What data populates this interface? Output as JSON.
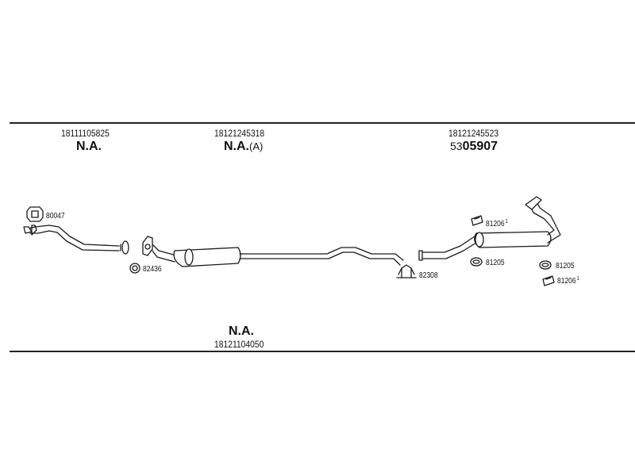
{
  "header_sections": [
    {
      "part_number": "18111105825",
      "code": "N.A.",
      "suffix": ""
    },
    {
      "part_number": "18121245318",
      "code": "N.A.",
      "suffix": "(A)"
    },
    {
      "part_number": "18121245523",
      "code_prefix": "53",
      "code_main": "05907"
    }
  ],
  "footer_section": {
    "code": "N.A.",
    "part_number": "18121104050"
  },
  "part_labels": {
    "left_gasket": "80047",
    "front_ring": "82436",
    "clamp": "82308",
    "rear_mount_upper": "81206",
    "rear_mount_upper_sup": "1",
    "rear_ring_mid": "81205",
    "rear_ring_right": "81205",
    "rear_mount_lower": "81206",
    "rear_mount_lower_sup": "1"
  }
}
